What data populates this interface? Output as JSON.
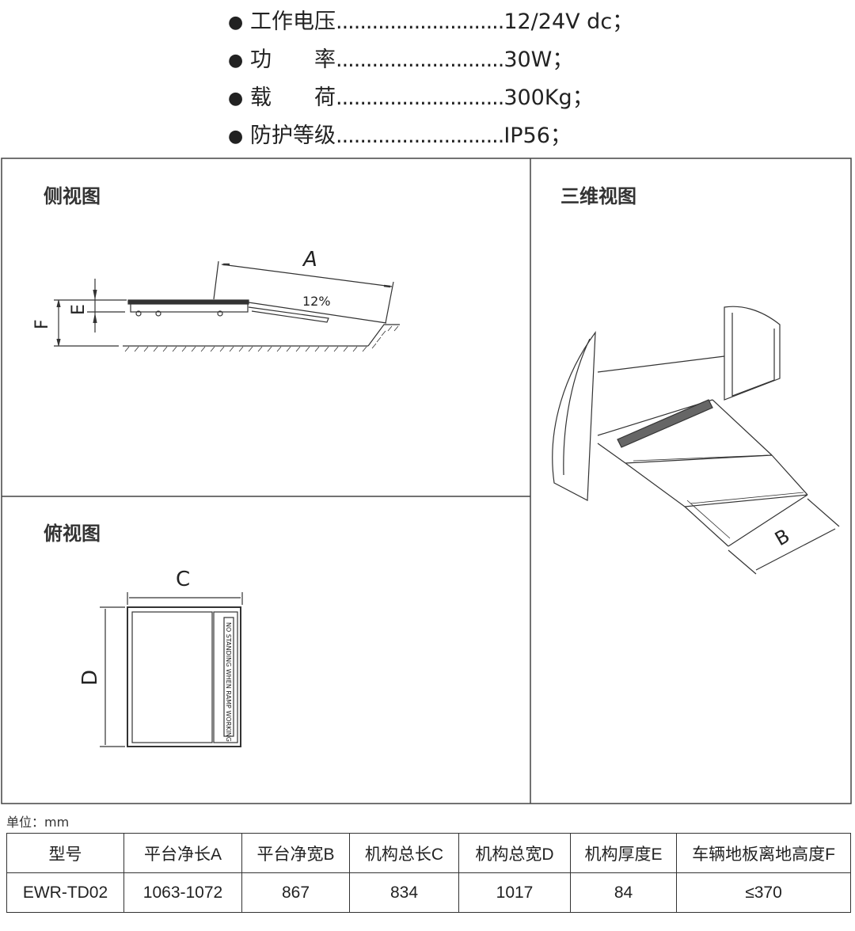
{
  "specs": [
    {
      "label": "工作电压",
      "dots": "............................",
      "value": "12/24V dc；"
    },
    {
      "label": "功　　率",
      "dots": "............................",
      "value": "30W；"
    },
    {
      "label": "载　　荷",
      "dots": "............................",
      "value": "300Kg；"
    },
    {
      "label": "防护等级",
      "dots": "............................",
      "value": "IP56；"
    }
  ],
  "panels": {
    "side": {
      "title": "侧视图",
      "labels": {
        "a": "A",
        "e": "E",
        "f": "F",
        "slope": "12%"
      }
    },
    "top": {
      "title": "俯视图",
      "labels": {
        "c": "C",
        "d": "D",
        "warning": "NO STANDING WHEN RAMP WORKING"
      }
    },
    "iso": {
      "title": "三维视图",
      "labels": {
        "b": "B"
      }
    }
  },
  "unit": "单位：mm",
  "table": {
    "headers": [
      "型号",
      "平台净长A",
      "平台净宽B",
      "机构总长C",
      "机构总宽D",
      "机构厚度E",
      "车辆地板离地高度F"
    ],
    "rows": [
      [
        "EWR-TD02",
        "1063-1072",
        "867",
        "834",
        "1017",
        "84",
        "≤370"
      ]
    ]
  }
}
